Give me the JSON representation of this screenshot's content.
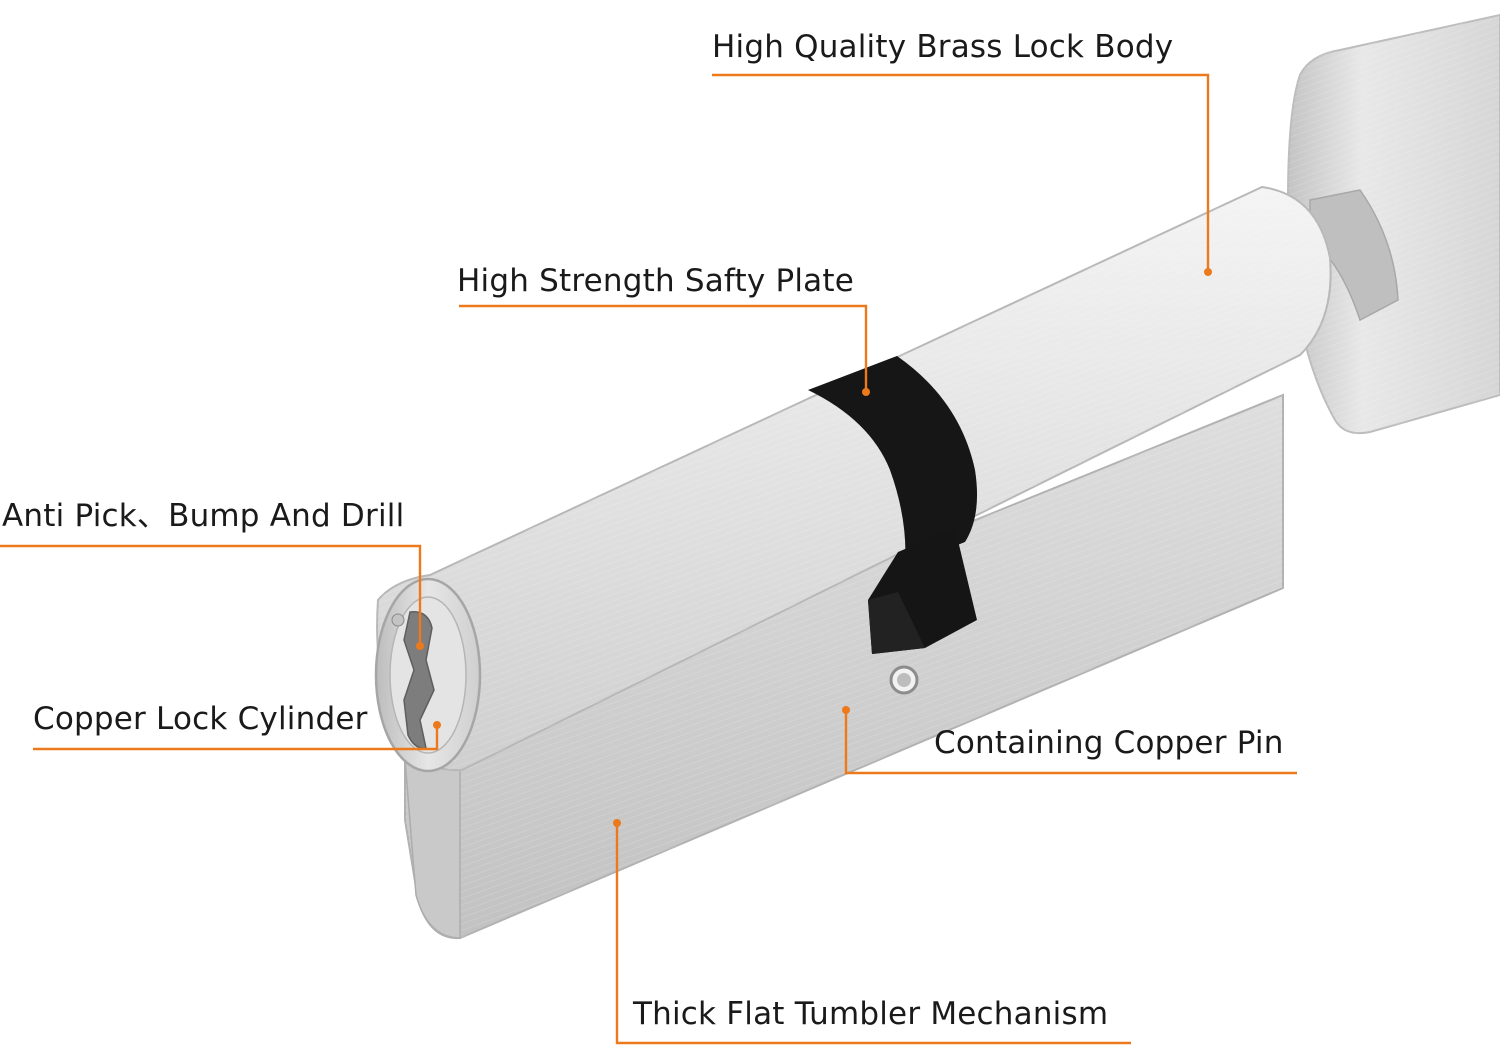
{
  "annotations": {
    "brass_body": "High Quality Brass Lock Body",
    "safety_plate": "High Strength Safty Plate",
    "anti_pick": "Anti Pick、Bump And Drill",
    "copper_cylinder": "Copper Lock Cylinder",
    "copper_pin": "Containing Copper Pin",
    "tumbler": "Thick Flat Tumbler Mechanism"
  },
  "colors": {
    "callout_line": "#ec7a1c",
    "metal_light": "#ececec",
    "metal_mid": "#d2d2d2",
    "metal_dark": "#a9a9a9",
    "cam_black": "#151515",
    "label_text": "#1a1a1a"
  }
}
